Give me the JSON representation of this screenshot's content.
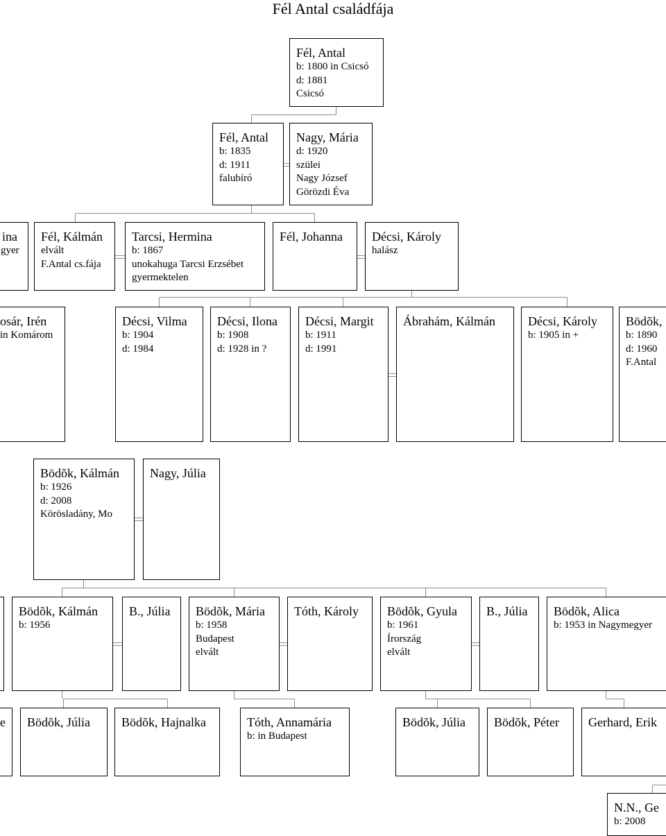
{
  "title": "Fél Antal családfája",
  "persons": [
    {
      "name": "Fél, Antal",
      "details": [
        "b: 1800 in Csicsó",
        "d: 1881",
        "Csicsó"
      ]
    },
    {
      "name": "Fél, Antal",
      "details": [
        "b: 1835",
        "d: 1911",
        "falubíró"
      ]
    },
    {
      "name": "Nagy, Mária",
      "details": [
        "d: 1920",
        "szülei",
        "Nagy József",
        "Görözdi Éva"
      ]
    },
    {
      "name": "ina",
      "details": [
        "gyer"
      ]
    },
    {
      "name": "Fél, Kálmán",
      "details": [
        "elvált",
        "F.Antal cs.fája"
      ]
    },
    {
      "name": "Tarcsi, Hermina",
      "details": [
        "b: 1867",
        "unokahuga Tarcsi Erzsébet",
        "gyermektelen"
      ]
    },
    {
      "name": "Fél, Johanna",
      "details": []
    },
    {
      "name": "Décsi, Károly",
      "details": [
        "halász"
      ]
    },
    {
      "name": "osár, Irén",
      "details": [
        "in Komárom"
      ]
    },
    {
      "name": "Décsi, Vilma",
      "details": [
        "b: 1904",
        "d: 1984"
      ]
    },
    {
      "name": "Décsi, Ilona",
      "details": [
        "b: 1908",
        "d: 1928 in ?"
      ]
    },
    {
      "name": "Décsi, Margit",
      "details": [
        "b: 1911",
        "d: 1991"
      ]
    },
    {
      "name": "Ábrahám, Kálmán",
      "details": []
    },
    {
      "name": "Décsi, Károly",
      "details": [
        "b: 1905 in +"
      ]
    },
    {
      "name": "Bödõk,",
      "details": [
        "b: 1890",
        "d: 1960",
        "F.Antal"
      ]
    },
    {
      "name": "Bödõk, Kálmán",
      "details": [
        "b: 1926",
        "d: 2008",
        "Körösladány, Mo"
      ]
    },
    {
      "name": "Nagy, Júlia",
      "details": []
    },
    {
      "name": "Bödõk, Kálmán",
      "details": [
        "b: 1956"
      ]
    },
    {
      "name": "B., Júlia",
      "details": []
    },
    {
      "name": "Bödõk, Mária",
      "details": [
        "b: 1958",
        "Budapest",
        "elvált"
      ]
    },
    {
      "name": "Tóth, Károly",
      "details": []
    },
    {
      "name": "Bödõk, Gyula",
      "details": [
        "b: 1961",
        "Írország",
        "elvált"
      ]
    },
    {
      "name": "B., Júlia",
      "details": []
    },
    {
      "name": "Bödõk, Alica",
      "details": [
        "b: 1953 in Nagymegyer"
      ]
    },
    {
      "name": "e",
      "details": []
    },
    {
      "name": "Bödõk, Júlia",
      "details": []
    },
    {
      "name": "Bödõk, Hajnalka",
      "details": []
    },
    {
      "name": "Tóth, Annamária",
      "details": [
        "b: in Budapest"
      ]
    },
    {
      "name": "Bödõk, Júlia",
      "details": []
    },
    {
      "name": "Bödõk, Péter",
      "details": []
    },
    {
      "name": "Gerhard, Erik",
      "details": []
    },
    {
      "name": "N.N., Ge",
      "details": [
        "b: 2008"
      ]
    }
  ]
}
